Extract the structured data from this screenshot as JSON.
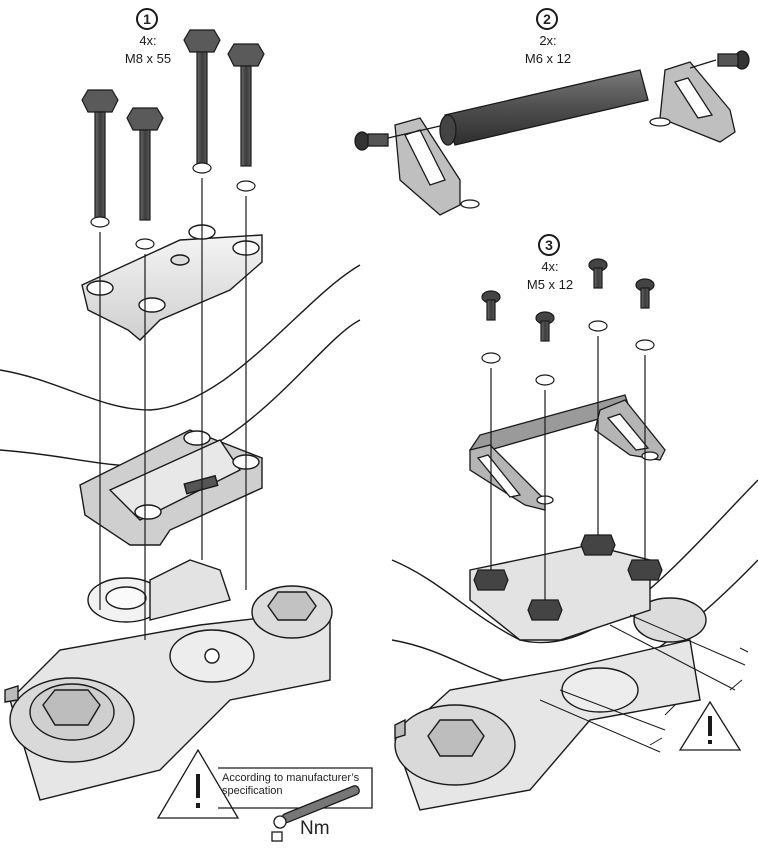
{
  "steps": [
    {
      "number": "1",
      "qty": "4x:",
      "spec": "M8 x 55"
    },
    {
      "number": "2",
      "qty": "2x:",
      "spec": "M6 x 12"
    },
    {
      "number": "3",
      "qty": "4x:",
      "spec": "M5 x 12"
    }
  ],
  "torque_note": {
    "line1": "According to manufacturer’s",
    "line2": "specification",
    "unit": "Nm"
  },
  "colors": {
    "line": "#1a1a1a",
    "part_light": "#e9e9e9",
    "part_mid": "#bdbdbd",
    "part_dark": "#5a5a5a",
    "bolt": "#4d4d4d"
  },
  "icons": [
    "warning-triangle-icon",
    "torque-wrench-icon"
  ]
}
